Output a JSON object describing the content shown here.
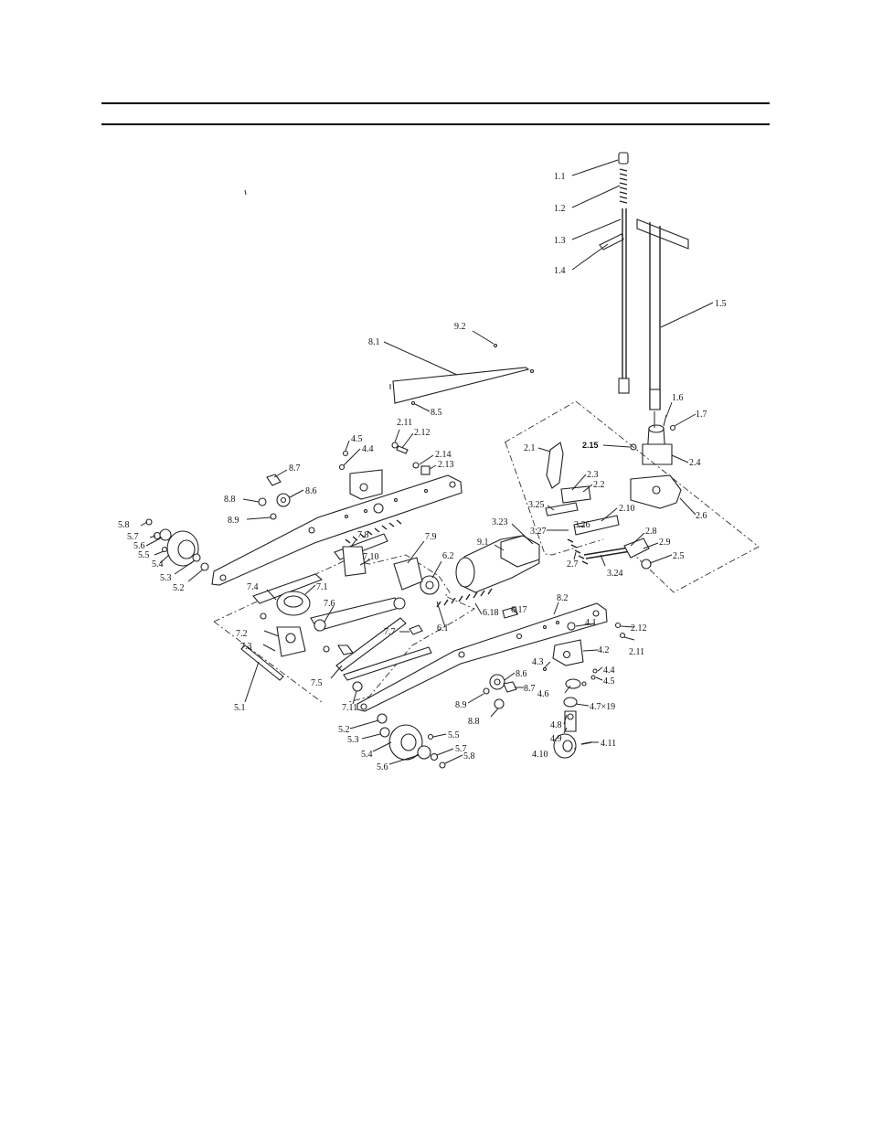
{
  "diagram": {
    "labels": [
      {
        "id": "l1",
        "text": "1.1"
      },
      {
        "id": "l2",
        "text": "1.2"
      },
      {
        "id": "l3",
        "text": "1.3"
      },
      {
        "id": "l4",
        "text": "1.4"
      },
      {
        "id": "l5",
        "text": "1.5"
      },
      {
        "id": "l6",
        "text": "1.6"
      },
      {
        "id": "l7",
        "text": "1.7"
      },
      {
        "id": "l8",
        "text": "9.2"
      },
      {
        "id": "l9",
        "text": "8.1"
      },
      {
        "id": "l10",
        "text": "8.5"
      },
      {
        "id": "l11",
        "text": "2.11"
      },
      {
        "id": "l12",
        "text": "2.12"
      },
      {
        "id": "l13",
        "text": "4.5"
      },
      {
        "id": "l14",
        "text": "4.4"
      },
      {
        "id": "l15",
        "text": "2.14"
      },
      {
        "id": "l16",
        "text": "2.13"
      },
      {
        "id": "l17",
        "text": "2.15"
      },
      {
        "id": "l18",
        "text": "2.4"
      },
      {
        "id": "l19",
        "text": "2.1"
      },
      {
        "id": "l20",
        "text": "2.3"
      },
      {
        "id": "l21",
        "text": "2.2"
      },
      {
        "id": "l22",
        "text": "2.6"
      },
      {
        "id": "l23",
        "text": "8.7"
      },
      {
        "id": "l24",
        "text": "8.6"
      },
      {
        "id": "l25",
        "text": "8.8"
      },
      {
        "id": "l26",
        "text": "8.9"
      },
      {
        "id": "l27",
        "text": "3.25"
      },
      {
        "id": "l28",
        "text": "2.10"
      },
      {
        "id": "l29",
        "text": "3.23"
      },
      {
        "id": "l30",
        "text": "3.27"
      },
      {
        "id": "l31",
        "text": "3.26"
      },
      {
        "id": "l32",
        "text": "2.8"
      },
      {
        "id": "l33",
        "text": "2.9"
      },
      {
        "id": "l34",
        "text": "5.8"
      },
      {
        "id": "l35",
        "text": "5.7"
      },
      {
        "id": "l36",
        "text": "5.6"
      },
      {
        "id": "l37",
        "text": "5.5"
      },
      {
        "id": "l38",
        "text": "5.4"
      },
      {
        "id": "l39",
        "text": "5.3"
      },
      {
        "id": "l40",
        "text": "5.2"
      },
      {
        "id": "l41",
        "text": "7.8"
      },
      {
        "id": "l42",
        "text": "7.10"
      },
      {
        "id": "l43",
        "text": "7.9"
      },
      {
        "id": "l44",
        "text": "9.1"
      },
      {
        "id": "l45",
        "text": "2.7"
      },
      {
        "id": "l46",
        "text": "3.24"
      },
      {
        "id": "l47",
        "text": "2.5"
      },
      {
        "id": "l48",
        "text": "6.2"
      },
      {
        "id": "l49",
        "text": "7.4"
      },
      {
        "id": "l50",
        "text": "7.1"
      },
      {
        "id": "l51",
        "text": "7.6"
      },
      {
        "id": "l52",
        "text": "8.2"
      },
      {
        "id": "l53",
        "text": "6.18"
      },
      {
        "id": "l54",
        "text": "6.17"
      },
      {
        "id": "l55",
        "text": "4.1"
      },
      {
        "id": "l56",
        "text": "2.12"
      },
      {
        "id": "l57",
        "text": "7.3"
      },
      {
        "id": "l58",
        "text": "7.2"
      },
      {
        "id": "l59",
        "text": "6.1"
      },
      {
        "id": "l60",
        "text": "7.7"
      },
      {
        "id": "l61",
        "text": "2.11"
      },
      {
        "id": "l62",
        "text": "4.2"
      },
      {
        "id": "l63",
        "text": "4.3"
      },
      {
        "id": "l64",
        "text": "4.4"
      },
      {
        "id": "l65",
        "text": "4.5"
      },
      {
        "id": "l66",
        "text": "7.5"
      },
      {
        "id": "l67",
        "text": "8.6"
      },
      {
        "id": "l68",
        "text": "4.6"
      },
      {
        "id": "l69",
        "text": "4.7×19"
      },
      {
        "id": "l70",
        "text": "5.1"
      },
      {
        "id": "l71",
        "text": "7.11"
      },
      {
        "id": "l72",
        "text": "8.7"
      },
      {
        "id": "l73",
        "text": "8.9"
      },
      {
        "id": "l74",
        "text": "8.8"
      },
      {
        "id": "l75",
        "text": "4.8"
      },
      {
        "id": "l76",
        "text": "5.2"
      },
      {
        "id": "l77",
        "text": "4.9"
      },
      {
        "id": "l78",
        "text": "5.3"
      },
      {
        "id": "l79",
        "text": "5.5"
      },
      {
        "id": "l80",
        "text": "5.4"
      },
      {
        "id": "l81",
        "text": "5.7"
      },
      {
        "id": "l82",
        "text": "4.10"
      },
      {
        "id": "l83",
        "text": "4.11"
      },
      {
        "id": "l84",
        "text": "5.8"
      },
      {
        "id": "l85",
        "text": "5.6"
      }
    ]
  }
}
